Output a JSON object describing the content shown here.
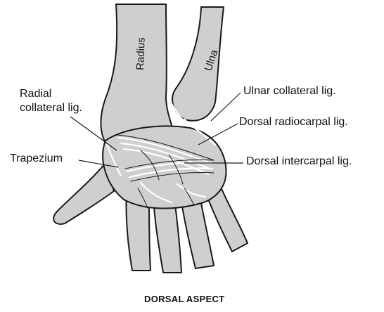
{
  "figure": {
    "colors": {
      "bone_fill": "#cfcfcf",
      "outline": "#1a1a1a",
      "ligament": "#ffffff",
      "background": "#ffffff"
    },
    "bone_labels": {
      "radius": "Radius",
      "ulna": "Ulna"
    },
    "labels": {
      "radial_collateral_line1": "Radial",
      "radial_collateral_line2": "collateral lig.",
      "trapezium": "Trapezium",
      "ulnar_collateral": "Ulnar collateral lig.",
      "dorsal_radiocarpal": "Dorsal radiocarpal lig.",
      "dorsal_intercarpal": "Dorsal intercarpal lig."
    },
    "caption": "DORSAL ASPECT"
  }
}
